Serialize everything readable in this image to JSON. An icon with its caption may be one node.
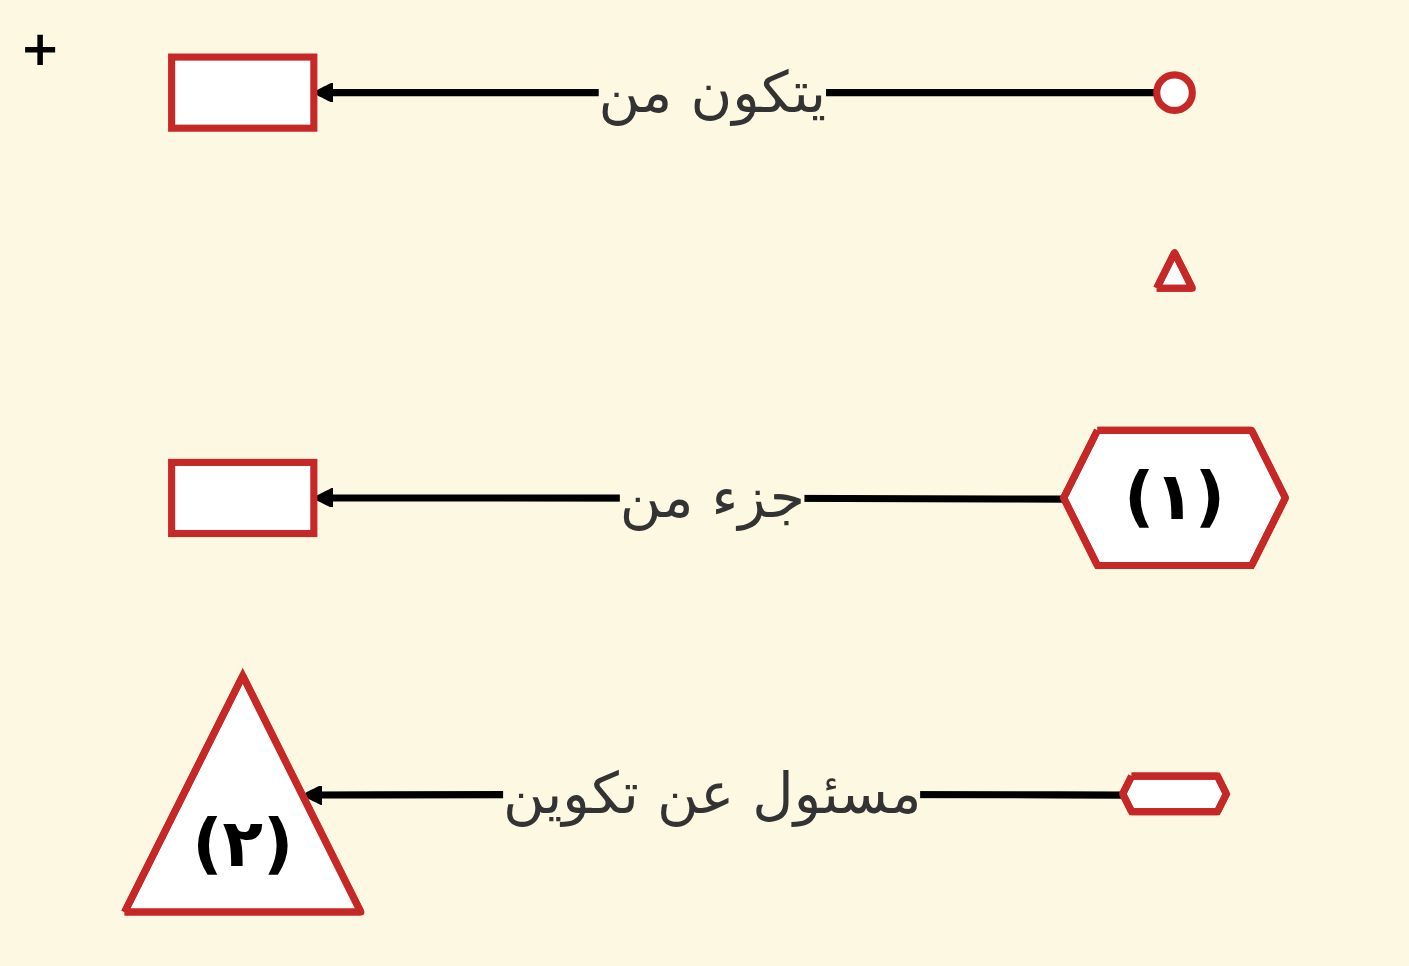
{
  "diagram": {
    "nodes": [
      {
        "text": [],
        "shape": "circle"
      },
      {
        "text": [],
        "shape": "box"
      },
      {
        "text": [],
        "shape": "triangle"
      },
      {
        "text": [
          "(١)"
        ]
      },
      {
        "text": [],
        "shape": "box"
      },
      {
        "text": [],
        "shape": "hexagon"
      },
      {
        "text": [
          "(٢)"
        ]
      }
    ],
    "edges": [
      {
        "from": 0,
        "to": 1,
        "label": "يتكون من",
        "arrow": "to"
      },
      {
        "from": 3,
        "to": 4,
        "label": "جزء من",
        "arrow": "to"
      },
      {
        "from": 5,
        "to": 6,
        "label": "مسئول عن تكوين",
        "arrow": "to"
      }
    ],
    "labels": [
      "+"
    ]
  }
}
